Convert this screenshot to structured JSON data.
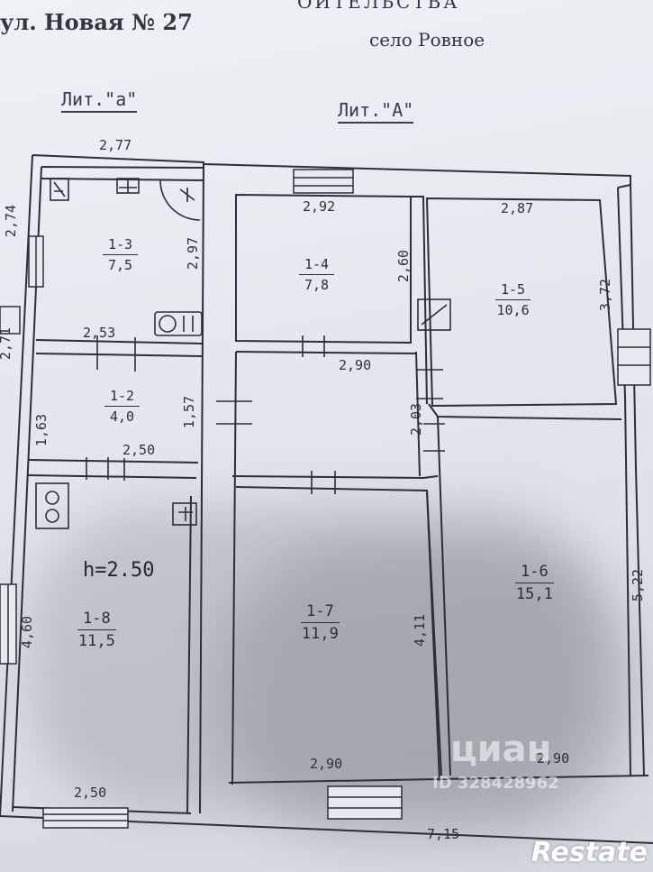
{
  "header": {
    "top_partial": "ОИТЕЛЬСТВА",
    "street": "ул.  Новая № 27",
    "village": "село Ровное"
  },
  "liters": {
    "small": "Лит.\"а\"",
    "main": "Лит.\"А\""
  },
  "rooms": [
    {
      "id": "1-3",
      "area": "7,5"
    },
    {
      "id": "1-2",
      "area": "4,0"
    },
    {
      "id": "1-8",
      "area": "11,5"
    },
    {
      "id": "1-4",
      "area": "7,8"
    },
    {
      "id": "1-5",
      "area": "10,6"
    },
    {
      "id": "1-6",
      "area": "15,1"
    },
    {
      "id": "1-7",
      "area": "11,9"
    }
  ],
  "ceiling_height": "h=2.50",
  "dimensions": {
    "top_277": "2,77",
    "left_274": "2,74",
    "left_271": "2,71",
    "d_297": "2,97",
    "d_253": "2,53",
    "d_163": "1,63",
    "d_157": "1,57",
    "d_250_mid": "2,50",
    "d_460": "4,60",
    "d_250_bottom": "2,50",
    "d_292": "2,92",
    "d_260": "2,60",
    "d_287": "2,87",
    "d_372": "3,72",
    "d_290_mid": "2,90",
    "d_203": "2,03",
    "d_411": "4,11",
    "d_290_bottom_left": "2,90",
    "d_290_bottom_right": "2,90",
    "d_522": "5,22",
    "d_715": "7,15"
  },
  "watermark": {
    "logo": "циан",
    "id_text": "ID 328428962"
  },
  "brand": "Restate"
}
